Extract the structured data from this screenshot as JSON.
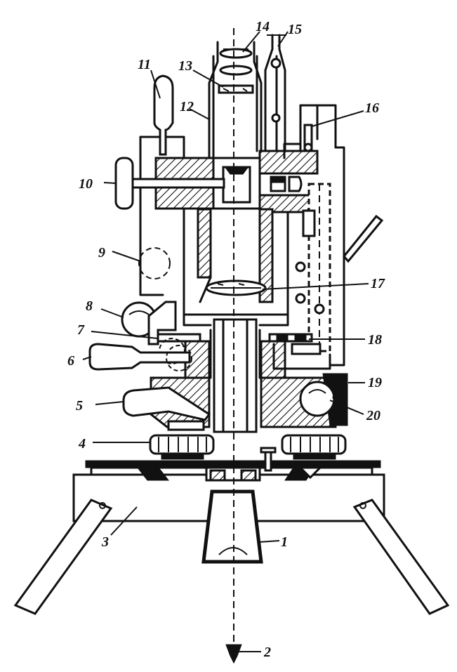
{
  "diagram": {
    "stroke_color": "#111111",
    "background_color": "#ffffff",
    "callouts": [
      {
        "id": "1",
        "label": "1"
      },
      {
        "id": "2",
        "label": "2"
      },
      {
        "id": "3",
        "label": "3"
      },
      {
        "id": "4",
        "label": "4"
      },
      {
        "id": "5",
        "label": "5"
      },
      {
        "id": "6",
        "label": "6"
      },
      {
        "id": "7",
        "label": "7"
      },
      {
        "id": "8",
        "label": "8"
      },
      {
        "id": "9",
        "label": "9"
      },
      {
        "id": "10",
        "label": "10"
      },
      {
        "id": "11",
        "label": "11"
      },
      {
        "id": "12",
        "label": "12"
      },
      {
        "id": "13",
        "label": "13"
      },
      {
        "id": "14",
        "label": "14"
      },
      {
        "id": "15",
        "label": "15"
      },
      {
        "id": "16",
        "label": "16"
      },
      {
        "id": "17",
        "label": "17"
      },
      {
        "id": "18",
        "label": "18"
      },
      {
        "id": "19",
        "label": "19"
      },
      {
        "id": "20",
        "label": "20"
      }
    ]
  }
}
